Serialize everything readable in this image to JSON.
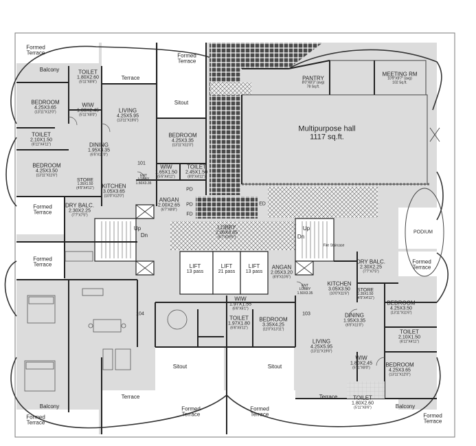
{
  "colors": {
    "wall": "#222222",
    "floor": "#dcdcdc",
    "terrace": "#e6e6e6",
    "tile": "#444444"
  },
  "rooms": [
    {
      "id": "ft-tl",
      "name": "Formed",
      "dim": "Terrace",
      "imp": ""
    },
    {
      "id": "balcony-tl",
      "name": "Balcony",
      "dim": "",
      "imp": ""
    },
    {
      "id": "toilet-tl",
      "name": "TOILET",
      "dim": "1.80X2.60",
      "imp": "(5'11\"X8'6\")"
    },
    {
      "id": "terrace-tl",
      "name": "Terrace",
      "dim": "",
      "imp": ""
    },
    {
      "id": "ft-top1",
      "name": "Formed",
      "dim": "Terrace",
      "imp": ""
    },
    {
      "id": "bed-tl",
      "name": "BEDROOM",
      "dim": "4.25X3.65",
      "imp": "(13'11\"X12'0\")"
    },
    {
      "id": "wiw-tl",
      "name": "WIW",
      "dim": "1.80X2.45",
      "imp": "(5'11\"X8'0\")"
    },
    {
      "id": "living-tl",
      "name": "LIVING",
      "dim": "4.25X5.95",
      "imp": "(13'11\"X19'6\")"
    },
    {
      "id": "sitout-tl",
      "name": "Sitout",
      "dim": "",
      "imp": ""
    },
    {
      "id": "bed-tc",
      "name": "BEDROOM",
      "dim": "4.25X3.35",
      "imp": "(13'11\"X11'0\")"
    },
    {
      "id": "toilet-l",
      "name": "TOILET",
      "dim": "2.10X1.50",
      "imp": "(6'11\"X4'11\")"
    },
    {
      "id": "dining-tl",
      "name": "DINING",
      "dim": "1.95X3.35",
      "imp": "(6'5\"X11'0\")"
    },
    {
      "id": "bed-l",
      "name": "BEDROOM",
      "dim": "4.25X3.50",
      "imp": "(13'11\"X11'6\")"
    },
    {
      "id": "unit101",
      "name": "101",
      "dim": "",
      "imp": ""
    },
    {
      "id": "entlobby-101",
      "name": "ENT",
      "dim": "LOBBY",
      "imp": "1.50X3.35"
    },
    {
      "id": "wiw-tc",
      "name": "WIW",
      "dim": "1.65X1.50",
      "imp": "(5'5\"X4'11\")"
    },
    {
      "id": "toilet-tc",
      "name": "TOILET",
      "dim": "2.45X1.50",
      "imp": "(8'0\"X4'11\")"
    },
    {
      "id": "kitchen-101",
      "name": "KITCHEN",
      "dim": "3.05X3.65",
      "imp": "(10'0\"X12'0\")"
    },
    {
      "id": "store-101",
      "name": "STORE",
      "dim": "1.35X1.50",
      "imp": "(4'5\"X4'11\")"
    },
    {
      "id": "dry-101",
      "name": "DRY BALC.",
      "dim": "2.30X2.25",
      "imp": "(7'7\"X7'5\")"
    },
    {
      "id": "ft-l1",
      "name": "Formed",
      "dim": "Terrace",
      "imp": ""
    },
    {
      "id": "angan-tl",
      "name": "ANGAN",
      "dim": "2.00X2.65",
      "imp": "(6'7\"X8'8\")"
    },
    {
      "id": "pd1",
      "name": "PD",
      "dim": "",
      "imp": ""
    },
    {
      "id": "pd2",
      "name": "PD",
      "dim": "",
      "imp": ""
    },
    {
      "id": "fd1",
      "name": "FD",
      "dim": "",
      "imp": ""
    },
    {
      "id": "ed",
      "name": "ED",
      "dim": "",
      "imp": ""
    },
    {
      "id": "pantry",
      "name": "PANTRY",
      "dim": "8'0\"X8'3\" (avg)",
      "imp": "78 Sq.ft."
    },
    {
      "id": "meeting",
      "name": "MEETING RM",
      "dim": "10'9\"X9'7\" (avg)",
      "imp": "102 Sq.ft."
    },
    {
      "id": "hall",
      "name": "Multipurpose hall",
      "dim": "1117 sq.ft.",
      "imp": ""
    },
    {
      "id": "lobby",
      "name": "LOBBY",
      "dim": "2.00X8.85",
      "imp": "(6'7\"X29'0\")"
    },
    {
      "id": "up-l",
      "name": "Up",
      "dim": "",
      "imp": ""
    },
    {
      "id": "dn-l",
      "name": "Dn",
      "dim": "",
      "imp": ""
    },
    {
      "id": "up-r",
      "name": "Up",
      "dim": "",
      "imp": ""
    },
    {
      "id": "dn-r",
      "name": "Dn",
      "dim": "",
      "imp": ""
    },
    {
      "id": "fire",
      "name": "Fire Staircase",
      "dim": "",
      "imp": ""
    },
    {
      "id": "podium",
      "name": "PODIUM",
      "dim": "",
      "imp": ""
    },
    {
      "id": "ft-l2",
      "name": "Formed",
      "dim": "Terrace",
      "imp": ""
    },
    {
      "id": "lift1",
      "name": "LIFT",
      "dim": "13 pass",
      "imp": ""
    },
    {
      "id": "lift2",
      "name": "LIFT",
      "dim": "21 pass",
      "imp": ""
    },
    {
      "id": "lift3",
      "name": "LIFT",
      "dim": "13 pass",
      "imp": ""
    },
    {
      "id": "angan-c",
      "name": "ANGAN",
      "dim": "2.05X3.20",
      "imp": "(6'9\"X10'6\")"
    },
    {
      "id": "dry-103",
      "name": "DRY BALC.",
      "dim": "2.30X2.25",
      "imp": "(7'7\"X7'5\")"
    },
    {
      "id": "ft-r1",
      "name": "Formed",
      "dim": "Terrace",
      "imp": ""
    },
    {
      "id": "entlobby-103",
      "name": "ENT",
      "dim": "LOBBY",
      "imp": "1.50X3.35"
    },
    {
      "id": "kitchen-103",
      "name": "KITCHEN",
      "dim": "3.05X3.50",
      "imp": "(10'0\"X11'6\")"
    },
    {
      "id": "store-103",
      "name": "STORE",
      "dim": "1.35X1.50",
      "imp": "(4'5\"X4'11\")"
    },
    {
      "id": "bed-r1",
      "name": "BEDROOM",
      "dim": "4.25X3.50",
      "imp": "(13'11\"X11'6\")"
    },
    {
      "id": "wiw-c",
      "name": "WIW",
      "dim": "1.97X1.55",
      "imp": "(6'6\"X5'1\")"
    },
    {
      "id": "unit104",
      "name": "104",
      "dim": "",
      "imp": ""
    },
    {
      "id": "unit103",
      "name": "103",
      "dim": "",
      "imp": ""
    },
    {
      "id": "toilet-c",
      "name": "TOILET",
      "dim": "1.97X1.80",
      "imp": "(6'6\"X5'11\")"
    },
    {
      "id": "bed-c",
      "name": "BEDROOM",
      "dim": "3.35X4.25",
      "imp": "(11'0\"X13'11\")"
    },
    {
      "id": "dining-103",
      "name": "DINING",
      "dim": "1.95X3.35",
      "imp": "(6'5\"X11'0\")"
    },
    {
      "id": "toilet-r",
      "name": "TOILET",
      "dim": "2.10X1.50",
      "imp": "(6'11\"X4'11\")"
    },
    {
      "id": "living-103",
      "name": "LIVING",
      "dim": "4.25X5.95",
      "imp": "(13'11\"X19'6\")"
    },
    {
      "id": "wiw-r",
      "name": "WIW",
      "dim": "1.80X2.45",
      "imp": "(5'11\"X8'0\")"
    },
    {
      "id": "bed-r2",
      "name": "BEDROOM",
      "dim": "4.25X3.65",
      "imp": "(13'11\"X12'0\")"
    },
    {
      "id": "sitout-bl",
      "name": "Sitout",
      "dim": "",
      "imp": ""
    },
    {
      "id": "sitout-br",
      "name": "Sitout",
      "dim": "",
      "imp": ""
    },
    {
      "id": "terrace-bl",
      "name": "Terrace",
      "dim": "",
      "imp": ""
    },
    {
      "id": "terrace-br",
      "name": "Terrace",
      "dim": "",
      "imp": ""
    },
    {
      "id": "toilet-br",
      "name": "TOILET",
      "dim": "1.80X2.60",
      "imp": "(5'11\"X8'6\")"
    },
    {
      "id": "balcony-bl",
      "name": "Balcony",
      "dim": "",
      "imp": ""
    },
    {
      "id": "balcony-br",
      "name": "Balcony",
      "dim": "",
      "imp": ""
    },
    {
      "id": "ft-bl",
      "name": "Formed",
      "dim": "Terrace",
      "imp": ""
    },
    {
      "id": "ft-b1",
      "name": "Formed",
      "dim": "Terrace",
      "imp": ""
    },
    {
      "id": "ft-b2",
      "name": "Formed",
      "dim": "Terrace",
      "imp": ""
    },
    {
      "id": "ft-br",
      "name": "Formed",
      "dim": "Terrace",
      "imp": ""
    }
  ]
}
